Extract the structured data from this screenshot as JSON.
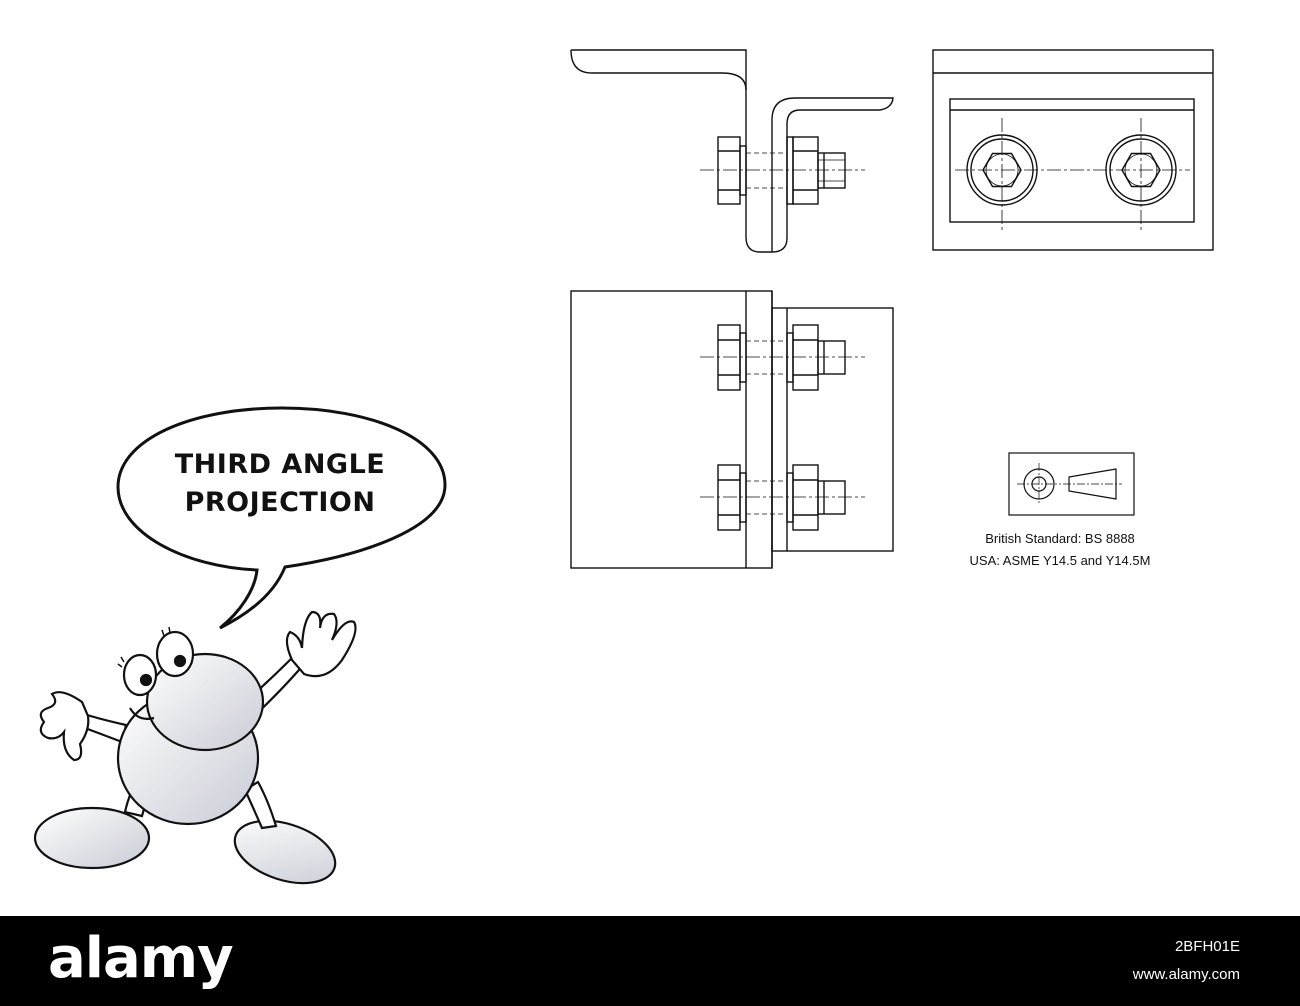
{
  "speech_bubble": {
    "text_line1": "THIRD ANGLE",
    "text_line2": "PROJECTION"
  },
  "standards": {
    "line1": "British Standard: BS 8888",
    "line2": "USA: ASME Y14.5 and Y14.5M"
  },
  "footer": {
    "logo": "alamy",
    "image_id": "2BFH01E",
    "url": "www.alamy.com"
  },
  "icons": [
    "cartoon-character",
    "third-angle-projection-symbol",
    "hex-bolt"
  ],
  "colors": {
    "line": "#111111",
    "background": "#ffffff",
    "footer": "#000000"
  }
}
